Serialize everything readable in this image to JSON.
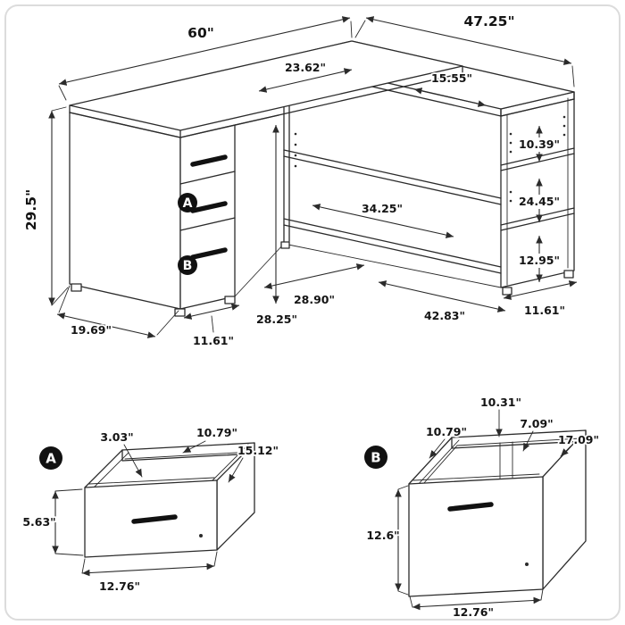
{
  "page": {
    "background": "#ffffff",
    "frame_border": "#dcdcdc",
    "line_color": "#2b2b2b"
  },
  "main_diagram": {
    "markers": {
      "a": "A",
      "b": "B"
    },
    "dimensions": {
      "desk_width": "60\"",
      "return_length": "47.25\"",
      "desk_height": "29.5\"",
      "desk_depth": "23.62\"",
      "return_depth": "15.55\"",
      "cubby_top_height": "10.39\"",
      "cubby_middle_height": "24.45\"",
      "cubby_bottom_height": "12.95\"",
      "shelf_width": "34.25\"",
      "kneehole_height": "28.25\"",
      "kneehole_width": "28.90\"",
      "return_front_length": "42.83\"",
      "side_panel_depth": "19.69\"",
      "pedestal_width": "11.61\"",
      "return_end_depth": "11.61\""
    }
  },
  "drawer_a": {
    "marker": "A",
    "dimensions": {
      "front_thickness": "3.03\"",
      "interior_width": "10.79\"",
      "interior_depth": "15.12\"",
      "front_height": "5.63\"",
      "front_width": "12.76\""
    }
  },
  "drawer_b": {
    "marker": "B",
    "dimensions": {
      "interior_depth": "10.31\"",
      "interior_width": "10.79\"",
      "back_height": "7.09\"",
      "side_depth": "17.09\"",
      "front_height": "12.6\"",
      "front_width": "12.76\""
    }
  }
}
